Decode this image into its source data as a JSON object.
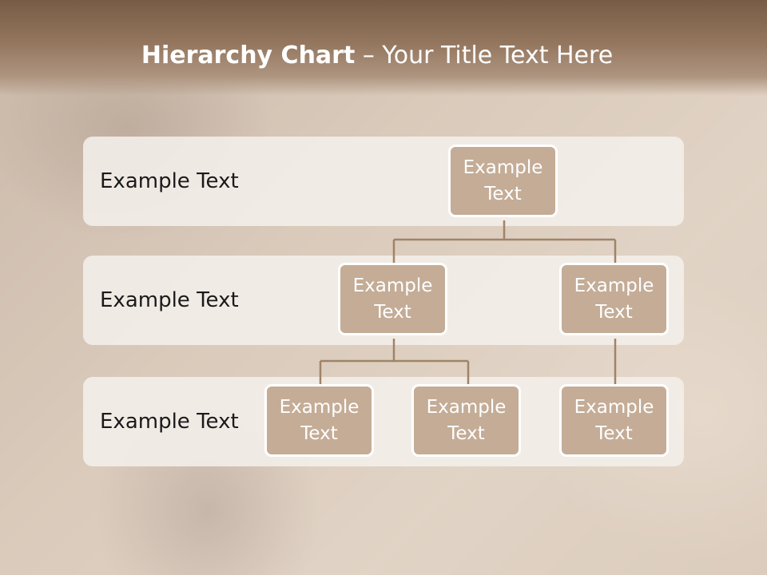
{
  "title": {
    "bold": "Hierarchy Chart",
    "rest": " – Your Title Text Here"
  },
  "levels": [
    {
      "label": "Example Text"
    },
    {
      "label": "Example Text"
    },
    {
      "label": "Example Text"
    }
  ],
  "nodes": {
    "root": "Example Text",
    "level2_left": "Example Text",
    "level2_right": "Example Text",
    "level3_left": "Example Text",
    "level3_middle": "Example Text",
    "level3_right": "Example Text"
  },
  "colors": {
    "title_band": "#94765e",
    "node_fill": "#c4ac96",
    "node_border": "#ffffff",
    "connector": "#a08468",
    "band_fill": "#f4efea"
  }
}
